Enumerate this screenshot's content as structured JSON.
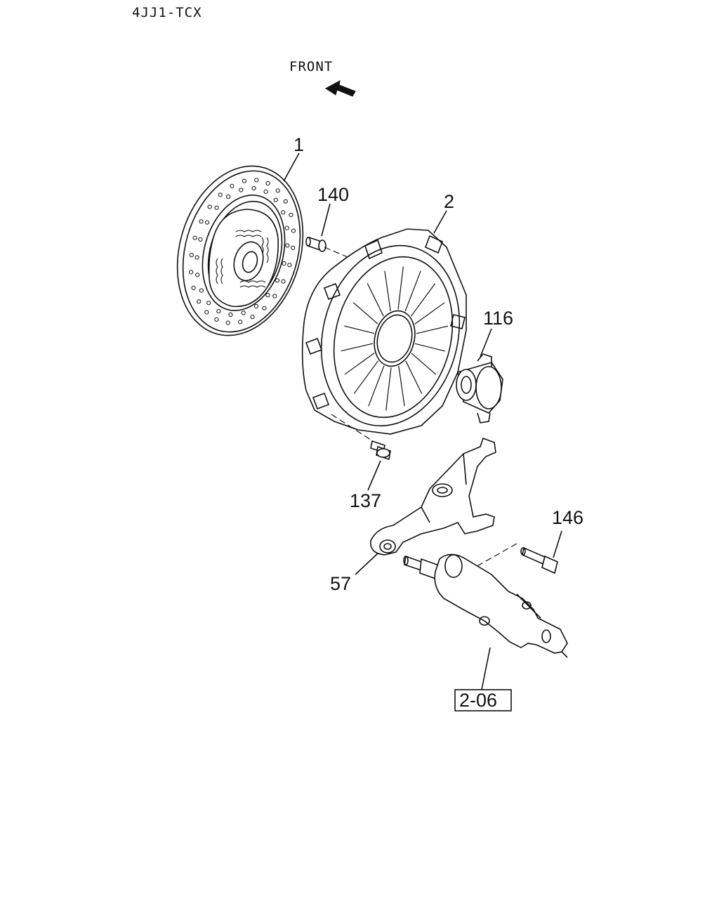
{
  "header": {
    "model_code": "4JJ1-TCX"
  },
  "orientation": {
    "front_label": "FRONT",
    "arrow_icon": "front-arrow-icon"
  },
  "callouts": {
    "clutch_disc": "1",
    "pressure_plate": "2",
    "pilot_pin": "140",
    "release_bearing": "116",
    "bolt_137": "137",
    "bolt_146": "146",
    "release_fork": "57",
    "slave_cylinder_ref": "2-06"
  }
}
